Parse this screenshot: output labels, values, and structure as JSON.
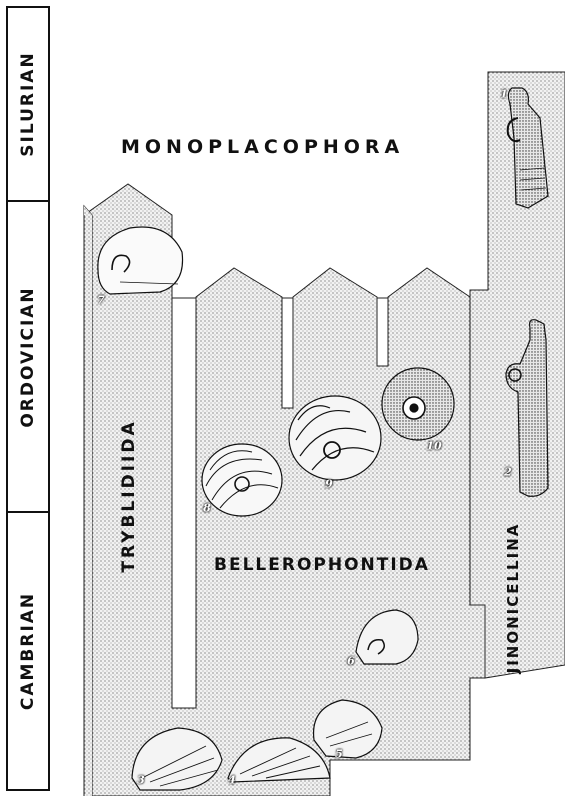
{
  "periods": [
    "SILURIAN",
    "ORDOVICIAN",
    "CAMBRIAN"
  ],
  "title": "MONOPLACOPHORA",
  "clades": {
    "tryblidiida": "TRYBLIDIIDA",
    "bellerophontida": "BELLEROPHONTIDA",
    "jinonicellina": "JINONICELLINA"
  },
  "figure_numbers": [
    "1",
    "2",
    "3",
    "4",
    "5",
    "6",
    "7",
    "8",
    "9",
    "10"
  ],
  "colors": {
    "ink": "#111111",
    "paper": "#ffffff",
    "stipple": "#8c8c8c"
  }
}
